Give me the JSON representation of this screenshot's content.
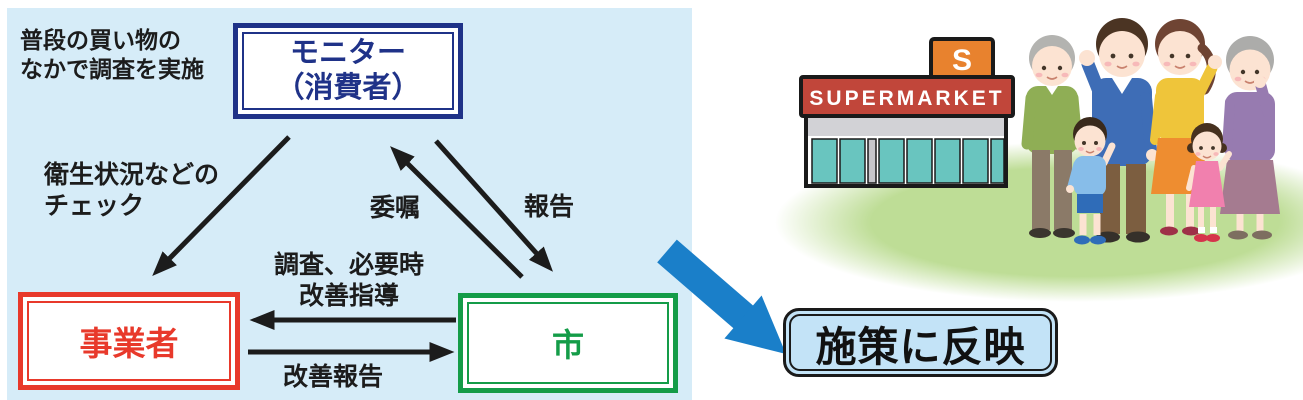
{
  "colors": {
    "panel_bg": "#d6ecf8",
    "navy": "#1f3288",
    "red": "#e8392b",
    "green": "#149c48",
    "ink": "#1c1c1c",
    "arrow_blue": "#1a7fc9",
    "outcome_bg": "#c3e3f7",
    "banner_red": "#c1463a",
    "sign_orange": "#e8822e",
    "window_teal": "#69c5bf",
    "grass_green": "#bedd96"
  },
  "diagram": {
    "top_note": "普段の買い物の\nなかで調査を実施",
    "monitor_label": "モニター\n（消費者）",
    "hygiene_note": "衛生状況などの\nチェック",
    "commission_label": "委嘱",
    "report_label": "報告",
    "survey_note": "調査、必要時\n改善指導",
    "improvement_report_label": "改善報告",
    "business_label": "事業者",
    "city_label": "市"
  },
  "outcome": {
    "label": "施策に反映"
  },
  "illustration": {
    "sign_letter": "S",
    "store_name": "SUPERMARKET"
  }
}
